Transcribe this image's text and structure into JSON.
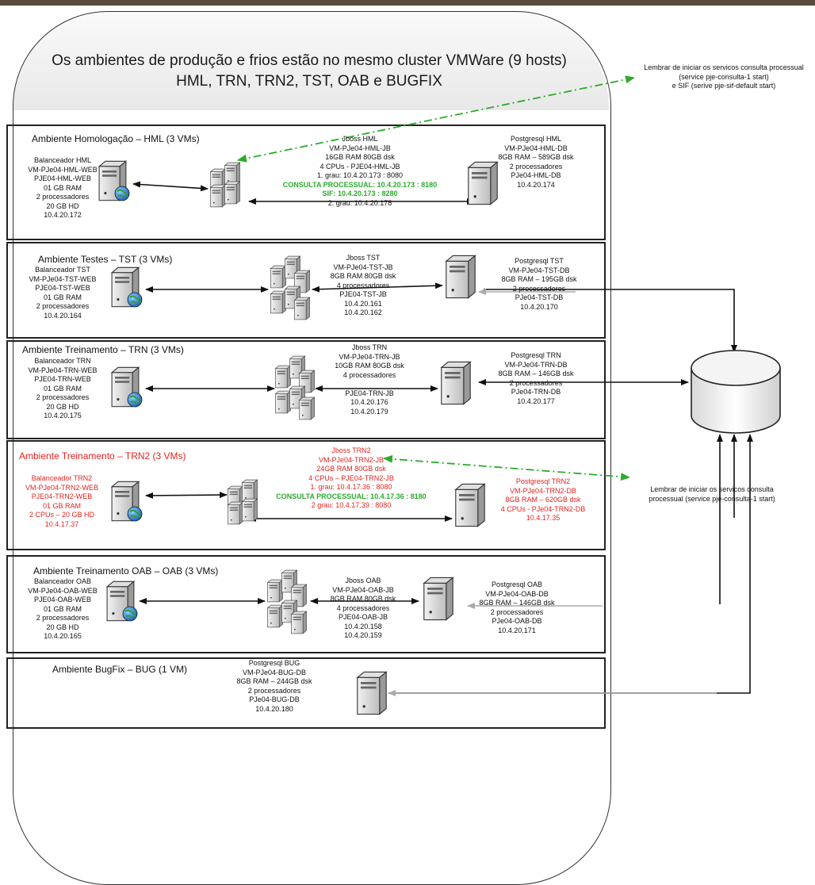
{
  "cluster": {
    "title_line1": "Os ambientes de produção e frios estão no mesmo cluster VMWare (9 hosts)",
    "title_line2": "HML, TRN, TRN2, TST, OAB e BUGFIX"
  },
  "notes": {
    "top": [
      "Lembrar de iniciar os servicos consulta processual",
      "(service pje-consulta-1 start)",
      "e SIF (serive pje-sif-default start)"
    ],
    "middle": [
      "Lembrar de iniciar os servicos consulta",
      "processual (service pje-consulta-1 start)"
    ]
  },
  "envs": {
    "hml": {
      "title": "Ambiente Homologação – HML (3 VMs)",
      "web": [
        "Balanceador HML",
        "VM-PJe04-HML-WEB",
        "PJE04-HML-WEB",
        "01 GB RAM",
        "2 processadores",
        "20 GB HD",
        "10.4.20.172"
      ],
      "jb": [
        "Jboss HML",
        "VM-PJe04-HML-JB",
        "16GB RAM 80GB dsk",
        "4 CPUs - PJE04-HML-JB",
        "1. grau: 10.4.20.173 : 8080"
      ],
      "jb_green": [
        "CONSULTA PROCESSUAL: 10.4.20.173 : 8180",
        "SIF: 10.4.20.173 : 8280"
      ],
      "jb_tail": [
        "2. grau: 10.4.20.178"
      ],
      "db": [
        "Postgresql HML",
        "VM-PJe04-HML-DB",
        "8GB RAM – 589GB dsk",
        "2 processadores",
        "PJe04-HML-DB",
        "10.4.20.174"
      ]
    },
    "tst": {
      "title": "Ambiente Testes – TST (3 VMs)",
      "web": [
        "Balanceador TST",
        "VM-PJe04-TST-WEB",
        "PJE04-TST-WEB",
        "01 GB RAM",
        "2 processadores",
        "10.4.20.164"
      ],
      "jb": [
        "Jboss TST",
        "VM-PJe04-TST-JB",
        "8GB RAM 80GB dsk",
        "4 processadores",
        "PJE04-TST-JB",
        "10.4.20.161",
        "10.4.20.162"
      ],
      "db": [
        "Postgresql TST",
        "VM-PJe04-TST-DB",
        "8GB RAM – 195GB dsk",
        "2 processadores",
        "PJe04-TST-DB",
        "10.4.20.170"
      ]
    },
    "trn": {
      "title": "Ambiente Treinamento – TRN (3 VMs)",
      "web": [
        "Balanceador TRN",
        "VM-PJe04-TRN-WEB",
        "PJE04-TRN-WEB",
        "01 GB RAM",
        "2 processadores",
        "20 GB HD",
        "10.4.20.175"
      ],
      "jb": [
        "Jboss TRN",
        "VM-PJe04-TRN-JB",
        "10GB RAM 80GB dsk",
        "4 processadores",
        "",
        "PJE04-TRN-JB",
        "10.4.20.176",
        "10.4.20.179"
      ],
      "db": [
        "Postgresql TRN",
        "VM-PJe04-TRN-DB",
        "8GB RAM – 146GB dsk",
        "2 processadores",
        "PJe04-TRN-DB",
        "10.4.20.177"
      ]
    },
    "trn2": {
      "title": "Ambiente Treinamento – TRN2 (3 VMs)",
      "web": [
        "Balanceador TRN2",
        "VM-PJe04-TRN2-WEB",
        "PJE04-TRN2-WEB",
        "01 GB RAM",
        "2 CPUs – 20 GB HD",
        "10.4.17.37"
      ],
      "jb": [
        "Jboss TRN2",
        "VM-PJe04-TRN2-JB",
        "24GB RAM 80GB dsk",
        "4 CPUs – PJE04-TRN2-JB",
        "1. grau: 10.4.17.36 : 8080"
      ],
      "jb_green": [
        "CONSULTA PROCESSUAL: 10.4.17.36 : 8180"
      ],
      "jb_tail": [
        "2 grau: 10.4.17.39 : 8080"
      ],
      "db": [
        "Postgresql TRN2",
        "VM-PJe04-TRN2-DB",
        "8GB RAM – 620GB dsk",
        "4 CPUs - PJe04-TRN2-DB",
        "10.4.17.35"
      ]
    },
    "oab": {
      "title": "Ambiente Treinamento OAB – OAB (3 VMs)",
      "web": [
        "Balanceador OAB",
        "VM-PJe04-OAB-WEB",
        "PJE04-OAB-WEB",
        "01 GB RAM",
        "2 processadores",
        "20 GB HD",
        "10.4.20.165"
      ],
      "jb": [
        "Jboss OAB",
        "VM-PJe04-OAB-JB",
        "8GB RAM 80GB dsk",
        "4 processadores",
        "PJE04-OAB-JB",
        "10.4.20.158",
        "10.4.20.159"
      ],
      "db": [
        "Postgresql OAB",
        "VM-PJe04-OAB-DB",
        "8GB RAM – 146GB dsk",
        "2 processadores",
        "PJe04-OAB-DB",
        "10.4.20.171"
      ]
    },
    "bug": {
      "title": "Ambiente BugFix – BUG (1 VM)",
      "db": [
        "Postgresql BUG",
        "VM-PJe04-BUG-DB",
        "8GB RAM – 244GB dsk",
        "2 processadores",
        "PJe04-BUG-DB",
        "10.4.20.180"
      ]
    }
  },
  "icons": {
    "web": "web-server-globe-icon",
    "jboss": "server-cluster-icon",
    "db": "database-server-icon",
    "storage": "storage-disk-icon"
  },
  "colors": {
    "red": "#e8231f",
    "green": "#2cab2c",
    "border": "#222222"
  }
}
